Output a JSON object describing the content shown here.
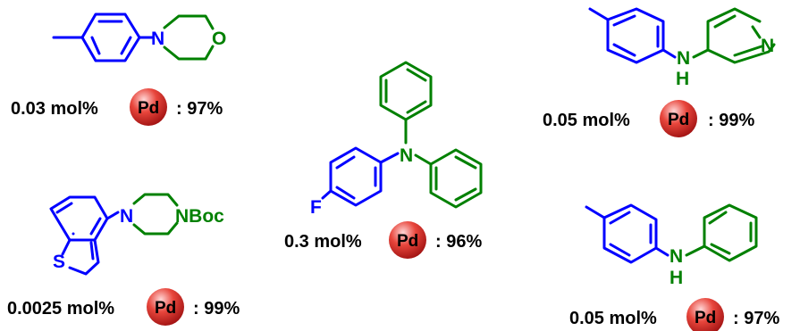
{
  "colors": {
    "fragment_a": "#0000ff",
    "fragment_b": "#008000",
    "text": "#000000",
    "pd_ball_light": "#ffd6d6",
    "pd_ball_mid": "#e8463c",
    "pd_ball_dark": "#9e1010"
  },
  "pd_label": "Pd",
  "compounds": [
    {
      "atoms": {
        "n": "N",
        "o": "O"
      },
      "caption": {
        "loading": "0.03 mol%",
        "yield": ": 97%"
      }
    },
    {
      "atoms": {
        "n": "N",
        "h": "H",
        "ring_n": "N"
      },
      "caption": {
        "loading": "0.05 mol%",
        "yield": ": 99%"
      }
    },
    {
      "atoms": {
        "f": "F",
        "n": "N"
      },
      "caption": {
        "loading": "0.3 mol%",
        "yield": ": 96%"
      }
    },
    {
      "atoms": {
        "s": "S",
        "n1": "N",
        "nboc": "NBoc"
      },
      "caption": {
        "loading": "0.0025 mol%",
        "yield": ": 99%"
      }
    },
    {
      "atoms": {
        "n": "N",
        "h": "H"
      },
      "caption": {
        "loading": "0.05 mol%",
        "yield": ": 97%"
      }
    }
  ]
}
